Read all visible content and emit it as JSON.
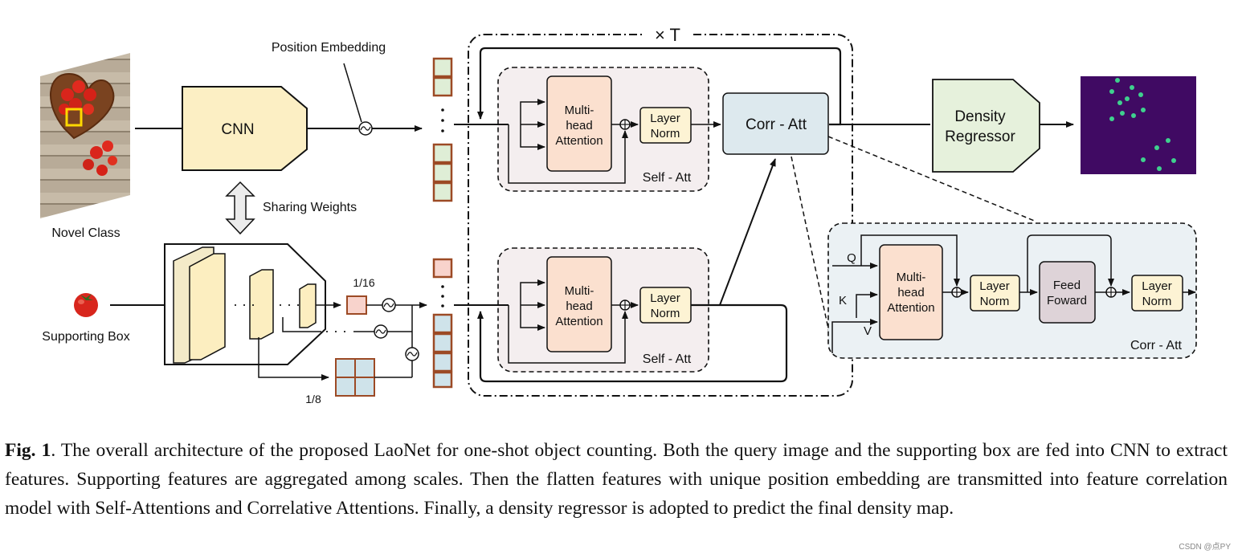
{
  "diagram": {
    "repeat_label": "× T",
    "position_embedding": "Position Embedding",
    "cnn": "CNN",
    "novel_class": "Novel Class",
    "sharing_weights": "Sharing Weights",
    "supporting_box": "Supporting Box",
    "scale_16": "1/16",
    "scale_8": "1/8",
    "ellipsis": "· · ·",
    "multihead_line1": "Multi-",
    "multihead_line2": "head",
    "multihead_line3": "Attention",
    "layer_line1": "Layer",
    "layer_line2": "Norm",
    "self_att": "Self - Att",
    "corr_att": "Corr - Att",
    "density_line1": "Density",
    "density_line2": "Regressor",
    "q": "Q",
    "k": "K",
    "v": "V",
    "feed_line1": "Feed",
    "feed_line2": "Foward"
  },
  "caption": {
    "fig_label": "Fig. 1",
    "text": ". The overall architecture of the proposed LaoNet for one-shot object counting. Both the query image and the supporting box are fed into CNN to extract features. Supporting features are aggregated among scales. Then the flatten features with unique position embedding are transmitted into feature correlation model with Self-Attentions and Correlative Attentions. Finally, a density regressor is adopted to predict the final density map."
  },
  "watermark": "CSDN @点PY",
  "colors": {
    "cnn_fill": "#fcefc4",
    "attention_fill": "#fbe0cf",
    "layer_norm_fill": "#fdf3d4",
    "corr_fill": "#dde9ee",
    "density_fill": "#e6f1dc",
    "feed_fill": "#ded3d8",
    "self_att_bg": "#f4eeef",
    "corr_detail_bg": "#ebf1f4",
    "token_border": "#9c4a25",
    "token_green": "#dfeed6",
    "token_pink": "#f8d3cc",
    "token_blue": "#cfe3ea",
    "density_map_bg": "#400a63",
    "density_dot": "#3fd08e"
  }
}
